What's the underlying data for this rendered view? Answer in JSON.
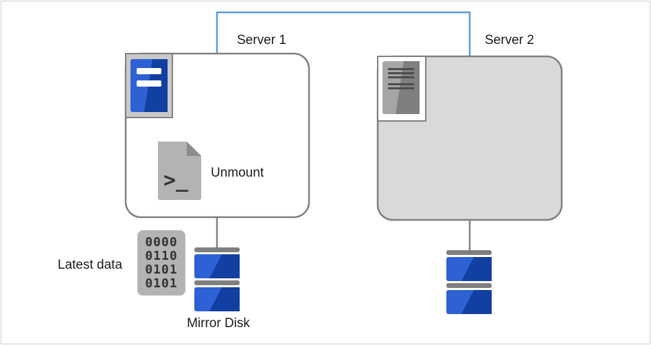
{
  "server1": {
    "label": "Server 1",
    "action_label": "Unmount"
  },
  "server2": {
    "label": "Server 2"
  },
  "disk1": {
    "label": "Mirror Disk"
  },
  "data_card": {
    "label": "Latest data",
    "rows": [
      "0000",
      "0110",
      "0101",
      "0101"
    ]
  },
  "script_icon_glyph": ">_",
  "colors": {
    "link_line": "#5b9bd5",
    "server_border": "#808080",
    "server2_fill": "#d9d9d9",
    "disk_blue": "#2e62d4",
    "disk_blue_dark": "#123fa2",
    "disk_gray": "#7f7f7f",
    "doc_gray": "#b3b3b3",
    "doc_text": "#333333"
  }
}
